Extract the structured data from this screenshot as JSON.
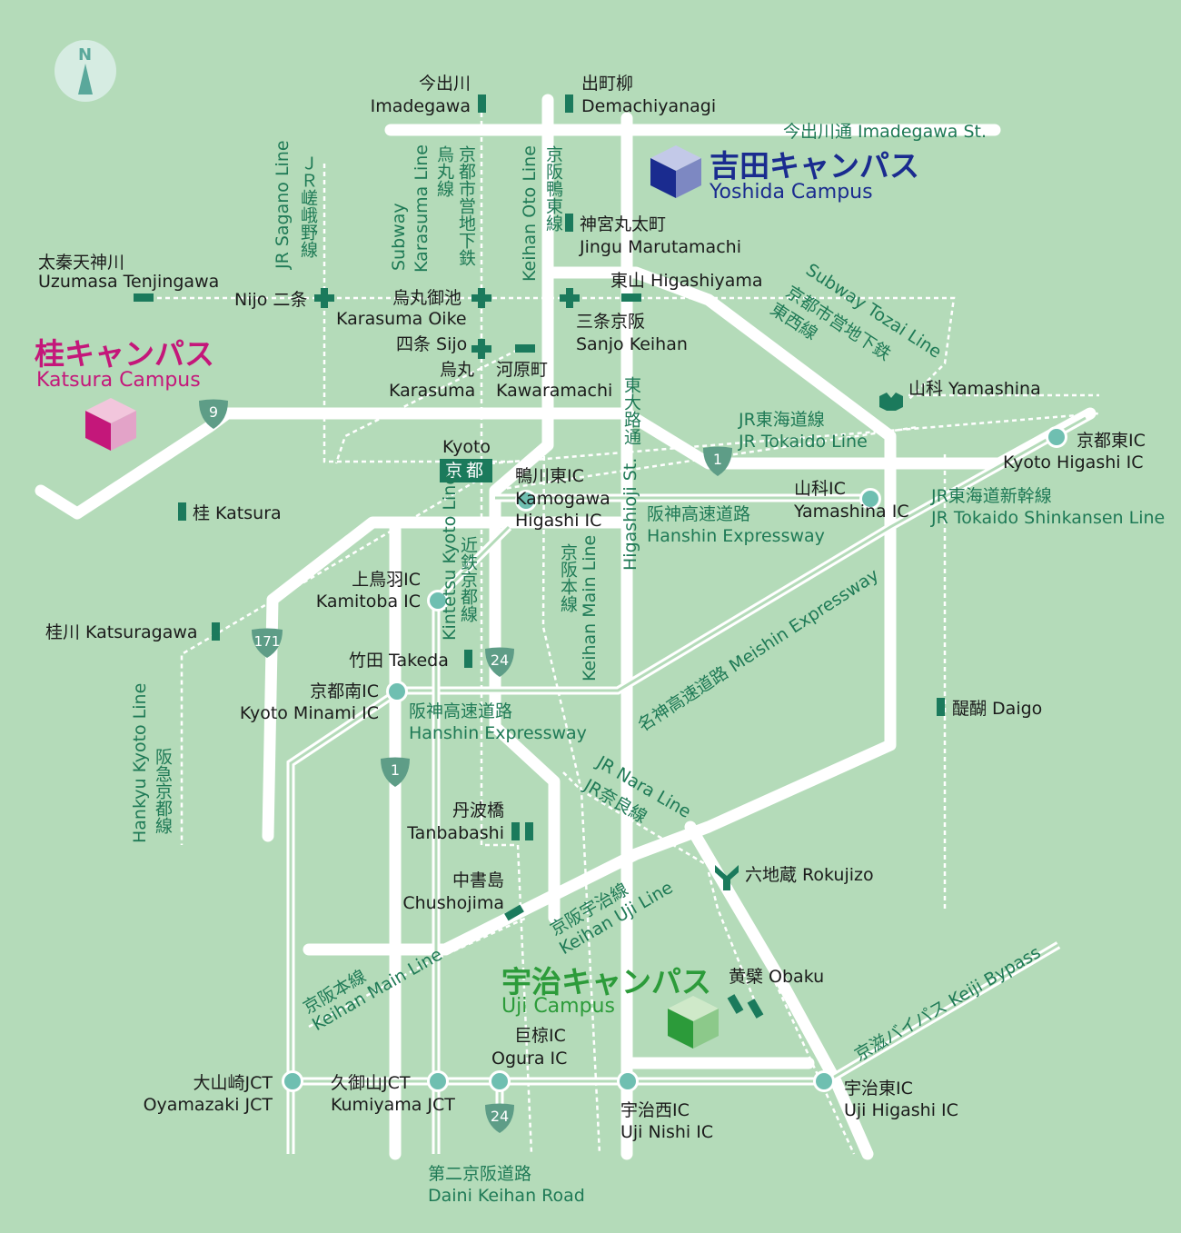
{
  "colors": {
    "background": "#b4dbb9",
    "road": "#ffffff",
    "station": "#1b7a5c",
    "rail_label": "#1f7a56",
    "ic_dot": "#6fbfb1",
    "yoshida": "#1a2b8f",
    "katsura": "#c4177a",
    "uji": "#2c9b3a"
  },
  "compass": {
    "letter": "N",
    "icon": "north-arrow-icon"
  },
  "campuses": {
    "yoshida": {
      "jp": "吉田キャンパス",
      "en": "Yoshida Campus"
    },
    "katsura": {
      "jp": "桂キャンパス",
      "en": "Katsura Campus"
    },
    "uji": {
      "jp": "宇治キャンパス",
      "en": "Uji Campus"
    }
  },
  "stations": {
    "imadegawa_jp": "今出川",
    "imadegawa_en": "Imadegawa",
    "demachi_jp": "出町柳",
    "demachi_en": "Demachiyanagi",
    "jingu_jp": "神宮丸太町",
    "jingu_en": "Jingu Marutamachi",
    "higashiyama": "東山 Higashiyama",
    "sanjo_jp": "三条京阪",
    "sanjo_en": "Sanjo Keihan",
    "uzumasa_jp": "太秦天神川",
    "uzumasa_en": "Uzumasa Tenjingawa",
    "nijo": "Nijo 二条",
    "karasuma_oike_jp": "烏丸御池",
    "karasuma_oike_en": "Karasuma Oike",
    "shijo": "四条 Sijo",
    "karasuma_jp": "烏丸",
    "karasuma_en": "Karasuma",
    "kawaramachi_jp": "河原町",
    "kawaramachi_en": "Kawaramachi",
    "yamashina": "山科 Yamashina",
    "kyoto_en": "Kyoto",
    "kyoto_jp": "京都",
    "katsura": "桂 Katsura",
    "katsuragawa": "桂川 Katsuragawa",
    "takeda": "竹田 Takeda",
    "daigo": "醍醐 Daigo",
    "tanbabashi_jp": "丹波橋",
    "tanbabashi_en": "Tanbabashi",
    "chushojima_jp": "中書島",
    "chushojima_en": "Chushojima",
    "rokujizo": "六地蔵 Rokujizo",
    "obaku": "黄檗 Obaku"
  },
  "interchanges": {
    "kyoto_higashi_jp": "京都東IC",
    "kyoto_higashi_en": "Kyoto Higashi IC",
    "kamogawa_jp": "鴨川東IC",
    "kamogawa_en1": "Kamogawa",
    "kamogawa_en2": "Higashi IC",
    "yamashina_jp": "山科IC",
    "yamashina_en": "Yamashina IC",
    "kamitoba_jp": "上鳥羽IC",
    "kamitoba_en": "Kamitoba IC",
    "kyoto_minami_jp": "京都南IC",
    "kyoto_minami_en": "Kyoto Minami IC",
    "oyamazaki_jp": "大山崎JCT",
    "oyamazaki_en": "Oyamazaki JCT",
    "kumiyama_jp": "久御山JCT",
    "kumiyama_en": "Kumiyama JCT",
    "ogura_jp": "巨椋IC",
    "ogura_en": "Ogura IC",
    "uji_nishi_jp": "宇治西IC",
    "uji_nishi_en": "Uji Nishi IC",
    "uji_higashi_jp": "宇治東IC",
    "uji_higashi_en": "Uji Higashi IC"
  },
  "lines": {
    "imadegawa_st": "今出川通 Imadegawa St.",
    "jr_sagano_en": "JR Sagano Line",
    "jr_sagano_jp": "ＪＲ嵯峨野線",
    "subway_karasuma_en1": "Subway",
    "subway_karasuma_en2": "Karasuma Line",
    "subway_karasuma_jp1": "烏丸線",
    "subway_karasuma_jp2": "京都市営地下鉄",
    "keihan_oto_en": "Keihan Oto Line",
    "keihan_oto_jp": "京阪鴨東線",
    "tozai_en": "Subway Tozai Line",
    "tozai_jp1": "京都市営地下鉄",
    "tozai_jp2": "東西線",
    "higashioji_jp": "東大路通",
    "higashioji_en": "Higashioji St.",
    "jr_tokaido_jp": "JR東海道線",
    "jr_tokaido_en": "JR Tokaido Line",
    "shinkansen_jp": "JR東海道新幹線",
    "shinkansen_en": "JR Tokaido Shinkansen Line",
    "hanshin1_jp": "阪神高速道路",
    "hanshin1_en": "Hanshin Expressway",
    "kintetsu_en": "Kintetsu Kyoto Line",
    "kintetsu_jp": "近鉄京都線",
    "keihan_main_v_jp": "京阪本線",
    "keihan_main_v_en": "Keihan Main Line",
    "meishin_jp": "名神高速道路",
    "meishin_en": "Meishin Expressway",
    "hanshin2_jp": "阪神高速道路",
    "hanshin2_en": "Hanshin Expressway",
    "jr_nara_en": "JR Nara Line",
    "jr_nara_jp": "JR奈良線",
    "hankyu_en": "Hankyu Kyoto Line",
    "hankyu_jp": "阪急京都線",
    "keihan_uji_jp": "京阪宇治線",
    "keihan_uji_en": "Keihan Uji Line",
    "keihan_main_jp": "京阪本線",
    "keihan_main_en": "Keihan Main Line",
    "keiji_bypass": "京滋バイパス Keiji Bypass",
    "daini_keihan_jp": "第二京阪道路",
    "daini_keihan_en": "Daini Keihan Road"
  },
  "routes": {
    "r9": "9",
    "r1a": "1",
    "r1b": "1",
    "r171": "171",
    "r24a": "24",
    "r24b": "24"
  }
}
